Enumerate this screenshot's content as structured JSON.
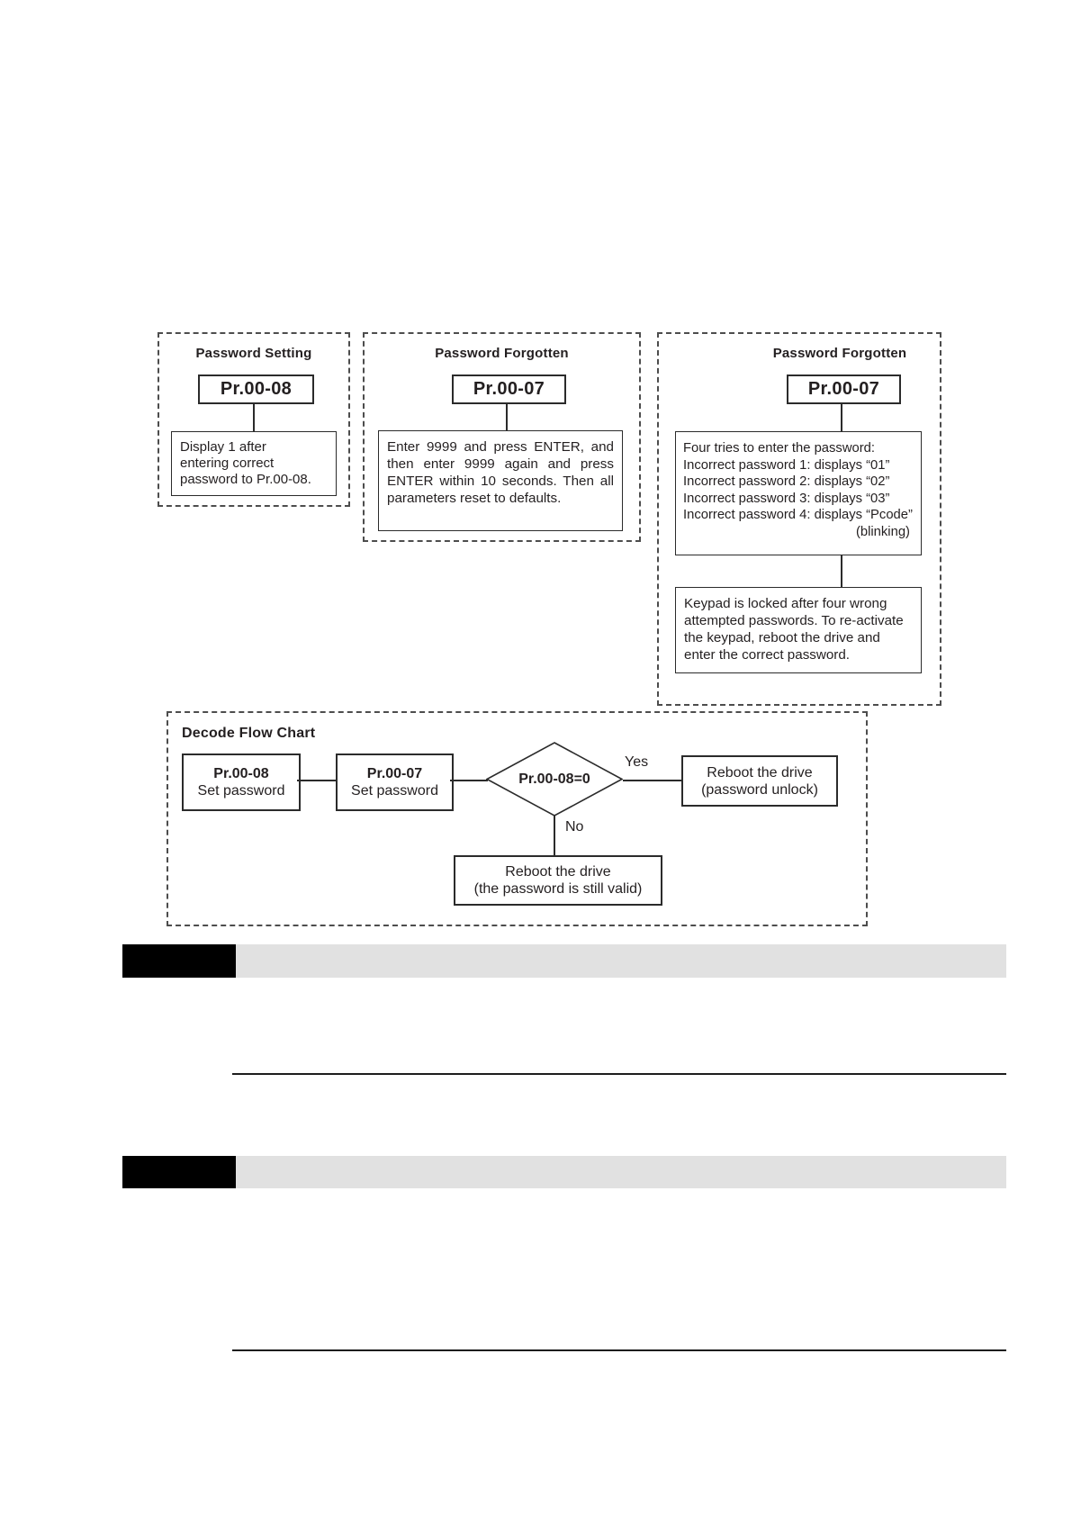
{
  "page": {
    "background": "#ffffff",
    "ink": "#231f20",
    "gray_band_color": "#e1e1e1",
    "black_block_color": "#000000"
  },
  "password_setting": {
    "title": "Password Setting",
    "param": "Pr.00-08",
    "note": "Display 1 after\nentering correct\npassword to Pr.00-08."
  },
  "password_forgotten_reset": {
    "title": "Password Forgotten",
    "param": "Pr.00-07",
    "note": "Enter 9999 and press ENTER, and then enter 9999 again and press ENTER within 10 seconds. Then all parameters reset to defaults."
  },
  "password_forgotten_tries": {
    "title": "Password Forgotten",
    "param": "Pr.00-07",
    "tries": [
      "Four tries to enter the password:",
      "Incorrect password 1: displays “01”",
      "Incorrect password 2: displays “02”",
      "Incorrect password 3: displays “03”",
      "Incorrect password 4: displays “Pcode”"
    ],
    "blinking": "(blinking)",
    "lock_note": "Keypad is locked after four wrong attempted passwords. To re-activate the keypad, reboot the drive and enter the correct password."
  },
  "decode_flow_chart": {
    "title": "Decode Flow Chart",
    "step1": {
      "param": "Pr.00-08",
      "label": "Set password"
    },
    "step2": {
      "param": "Pr.00-07",
      "label": "Set password"
    },
    "decision": "Pr.00-08=0",
    "yes": "Yes",
    "no": "No",
    "yes_result": "Reboot the drive\n(password unlock)",
    "no_result": "Reboot the drive\n(the password is still valid)"
  }
}
